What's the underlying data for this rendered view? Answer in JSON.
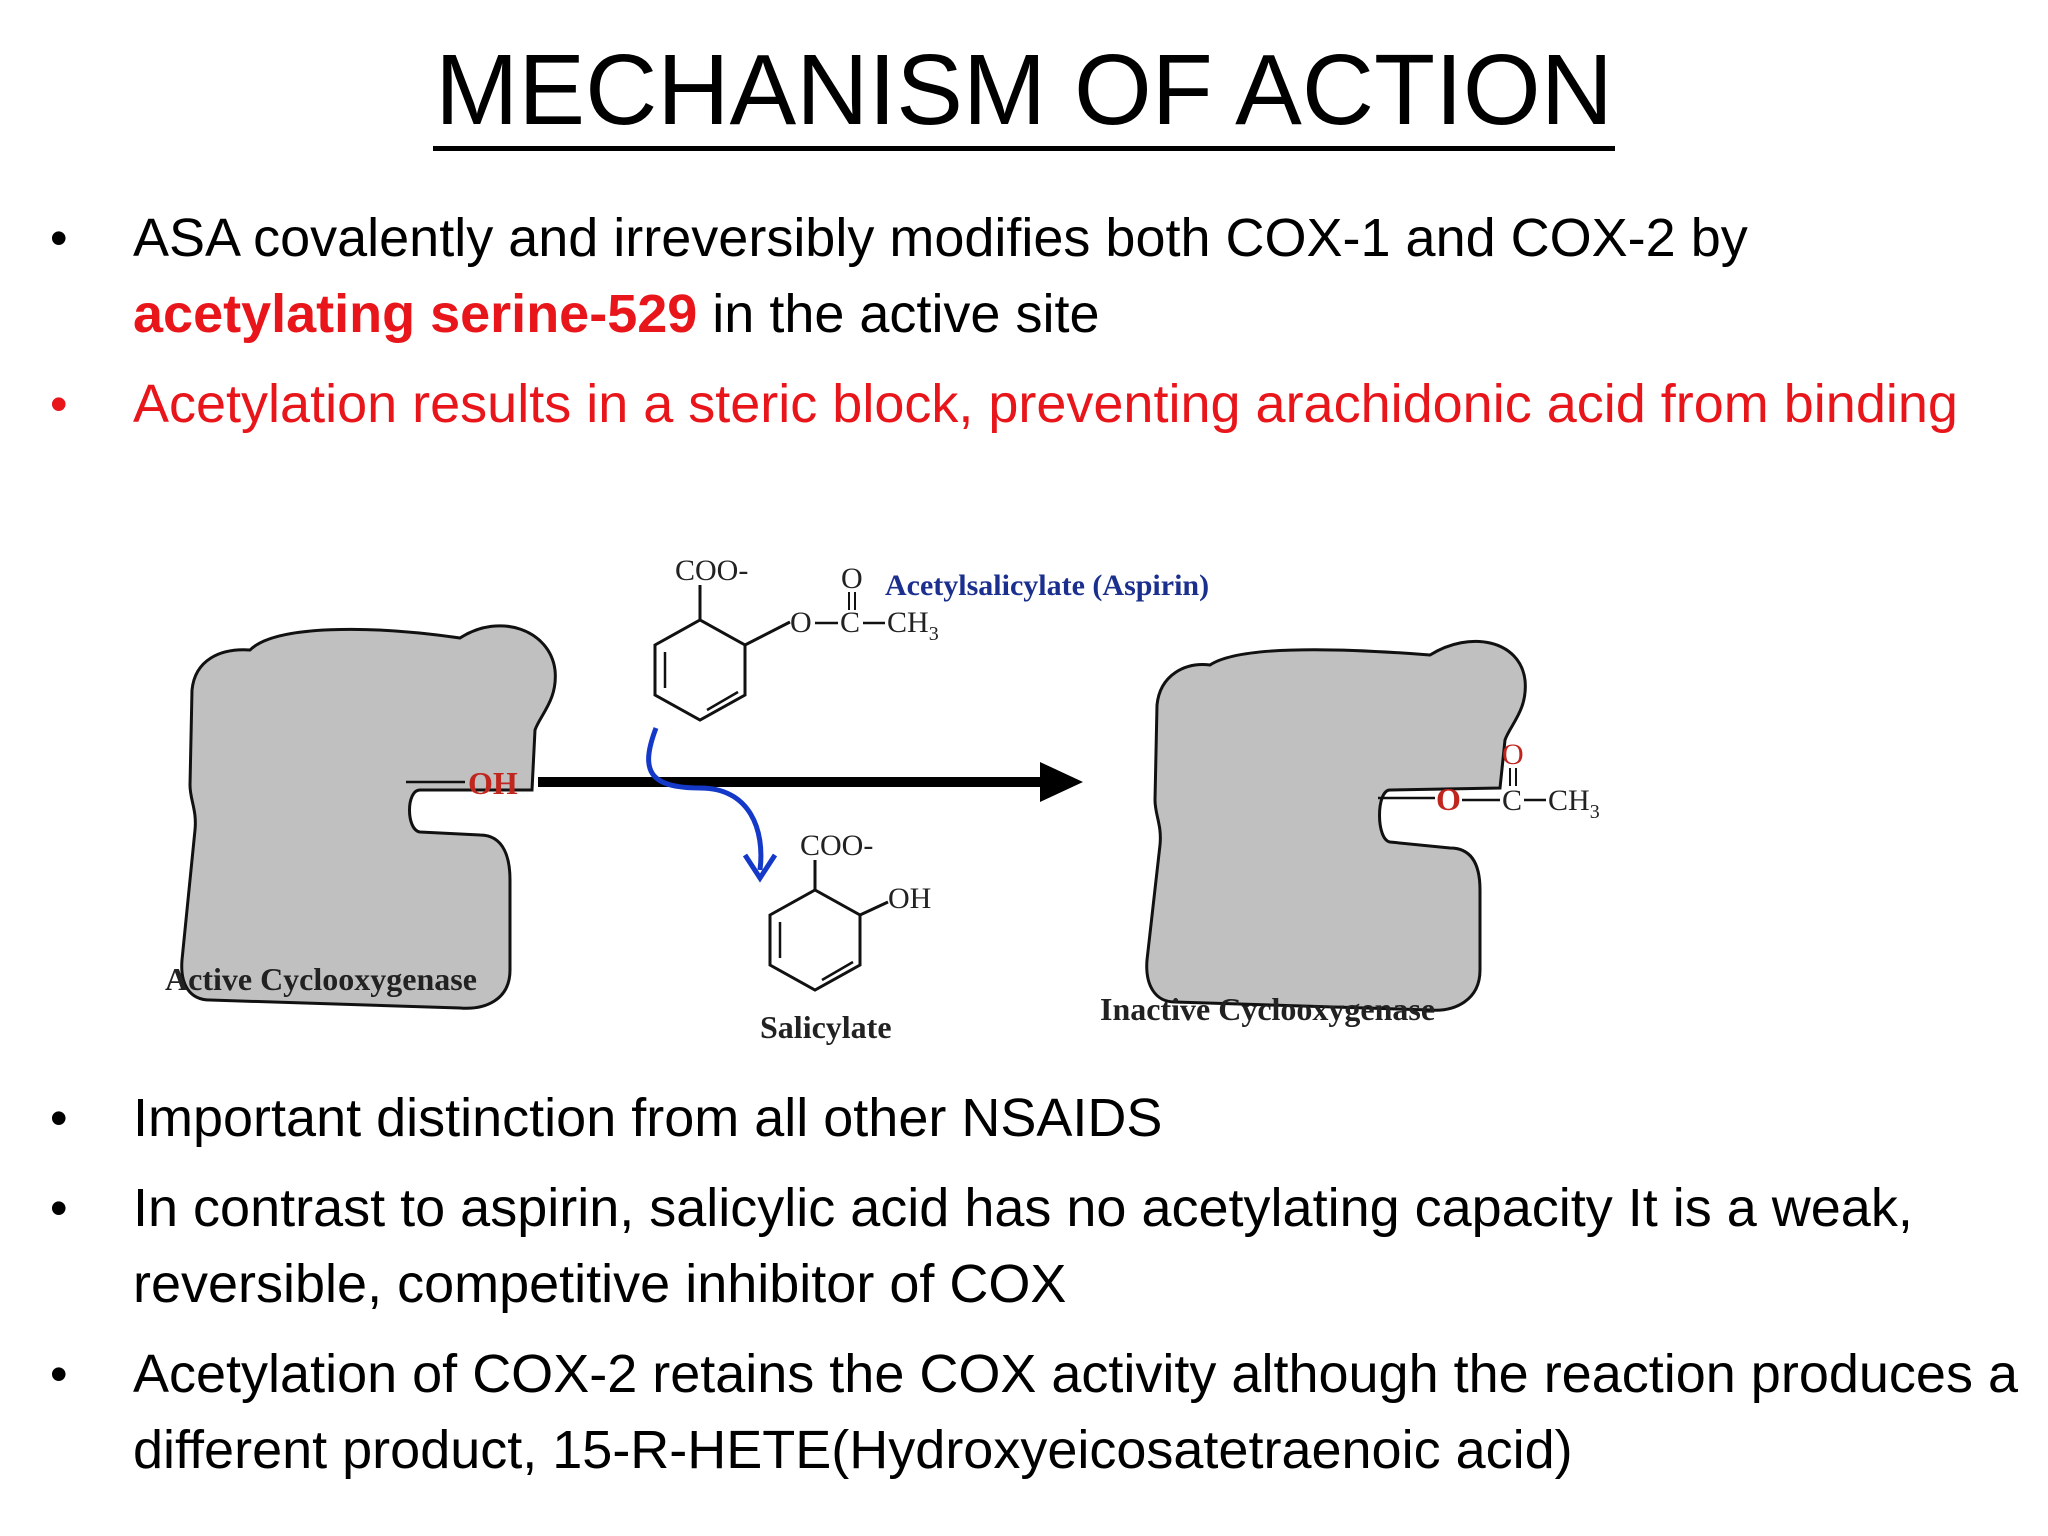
{
  "slide": {
    "title": "MECHANISM OF ACTION",
    "top_bullets": {
      "b1_text_a": "ASA covalently and irreversibly modifies both COX-1 and COX-2 by",
      "b1_bold": "acetylating serine-529",
      "b1_text_b": " in the active site",
      "b2_text": "Acetylation results in a steric block, preventing arachidonic acid from binding"
    },
    "bottom_bullets": [
      "Important distinction from all other NSAIDS",
      "In contrast to aspirin, salicylic acid has no acetylating capacity It is a weak, reversible, competitive inhibitor of COX",
      "Acetylation of COX-2 retains the COX activity although the reaction produces a different product, 15-R-HETE(Hydroxyeicosatetraenoic acid)"
    ],
    "bullet_glyph": "•"
  },
  "diagram": {
    "active_label": "Active Cyclooxygenase",
    "inactive_label": "Inactive Cyclooxygenase",
    "aspirin_label": "Acetylsalicylate (Aspirin)",
    "salicylate_label": "Salicylate",
    "oh_label": "OH",
    "coo_label": "COO-",
    "o_label": "O",
    "c_label": "C",
    "ch3_label": "CH",
    "ch3_sub": "3",
    "colors": {
      "enzyme_fill": "#c0c0c0",
      "red_text": "#c0251e",
      "blue_text": "#1b2f8e",
      "arrow_blue": "#1438c8",
      "bullet_red": "#e8161b"
    }
  }
}
